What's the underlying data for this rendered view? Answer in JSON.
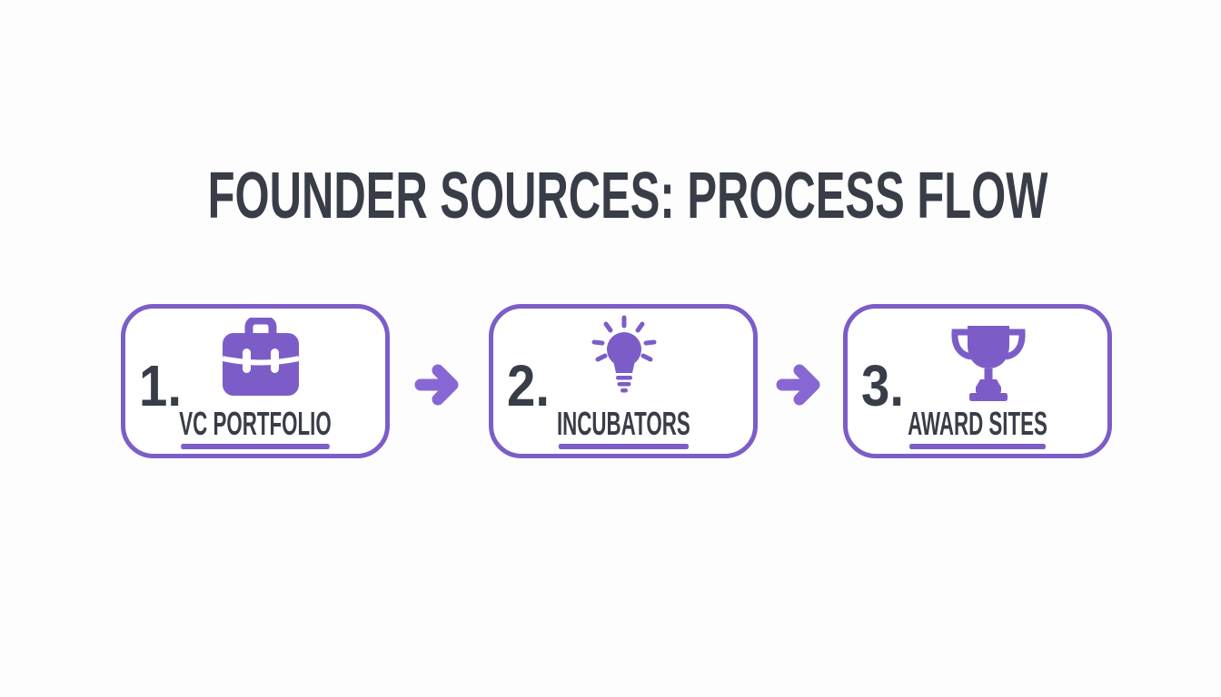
{
  "title": "FOUNDER SOURCES: PROCESS FLOW",
  "theme": {
    "accent_purple": "#7C5DC8",
    "arrow_purple": "#8767D3",
    "text_dark": "#383D47",
    "page_bg": "#FDFDFD"
  },
  "steps": [
    {
      "number": "1.",
      "label": "VC PORTFOLIO",
      "icon": "briefcase-icon"
    },
    {
      "number": "2.",
      "label": "INCUBATORS",
      "icon": "lightbulb-icon"
    },
    {
      "number": "3.",
      "label": "AWARD SITES",
      "icon": "trophy-icon"
    }
  ]
}
